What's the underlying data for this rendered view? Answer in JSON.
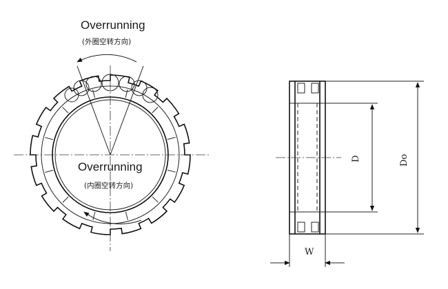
{
  "front_view": {
    "outer_label": "Overrunning",
    "outer_sub": "(外圈空转方向)",
    "inner_label": "Overrunning",
    "inner_sub": "(内圈空转方向)"
  },
  "side_view": {
    "inner_diameter": "D",
    "outer_diameter": "Do",
    "width": "W"
  }
}
